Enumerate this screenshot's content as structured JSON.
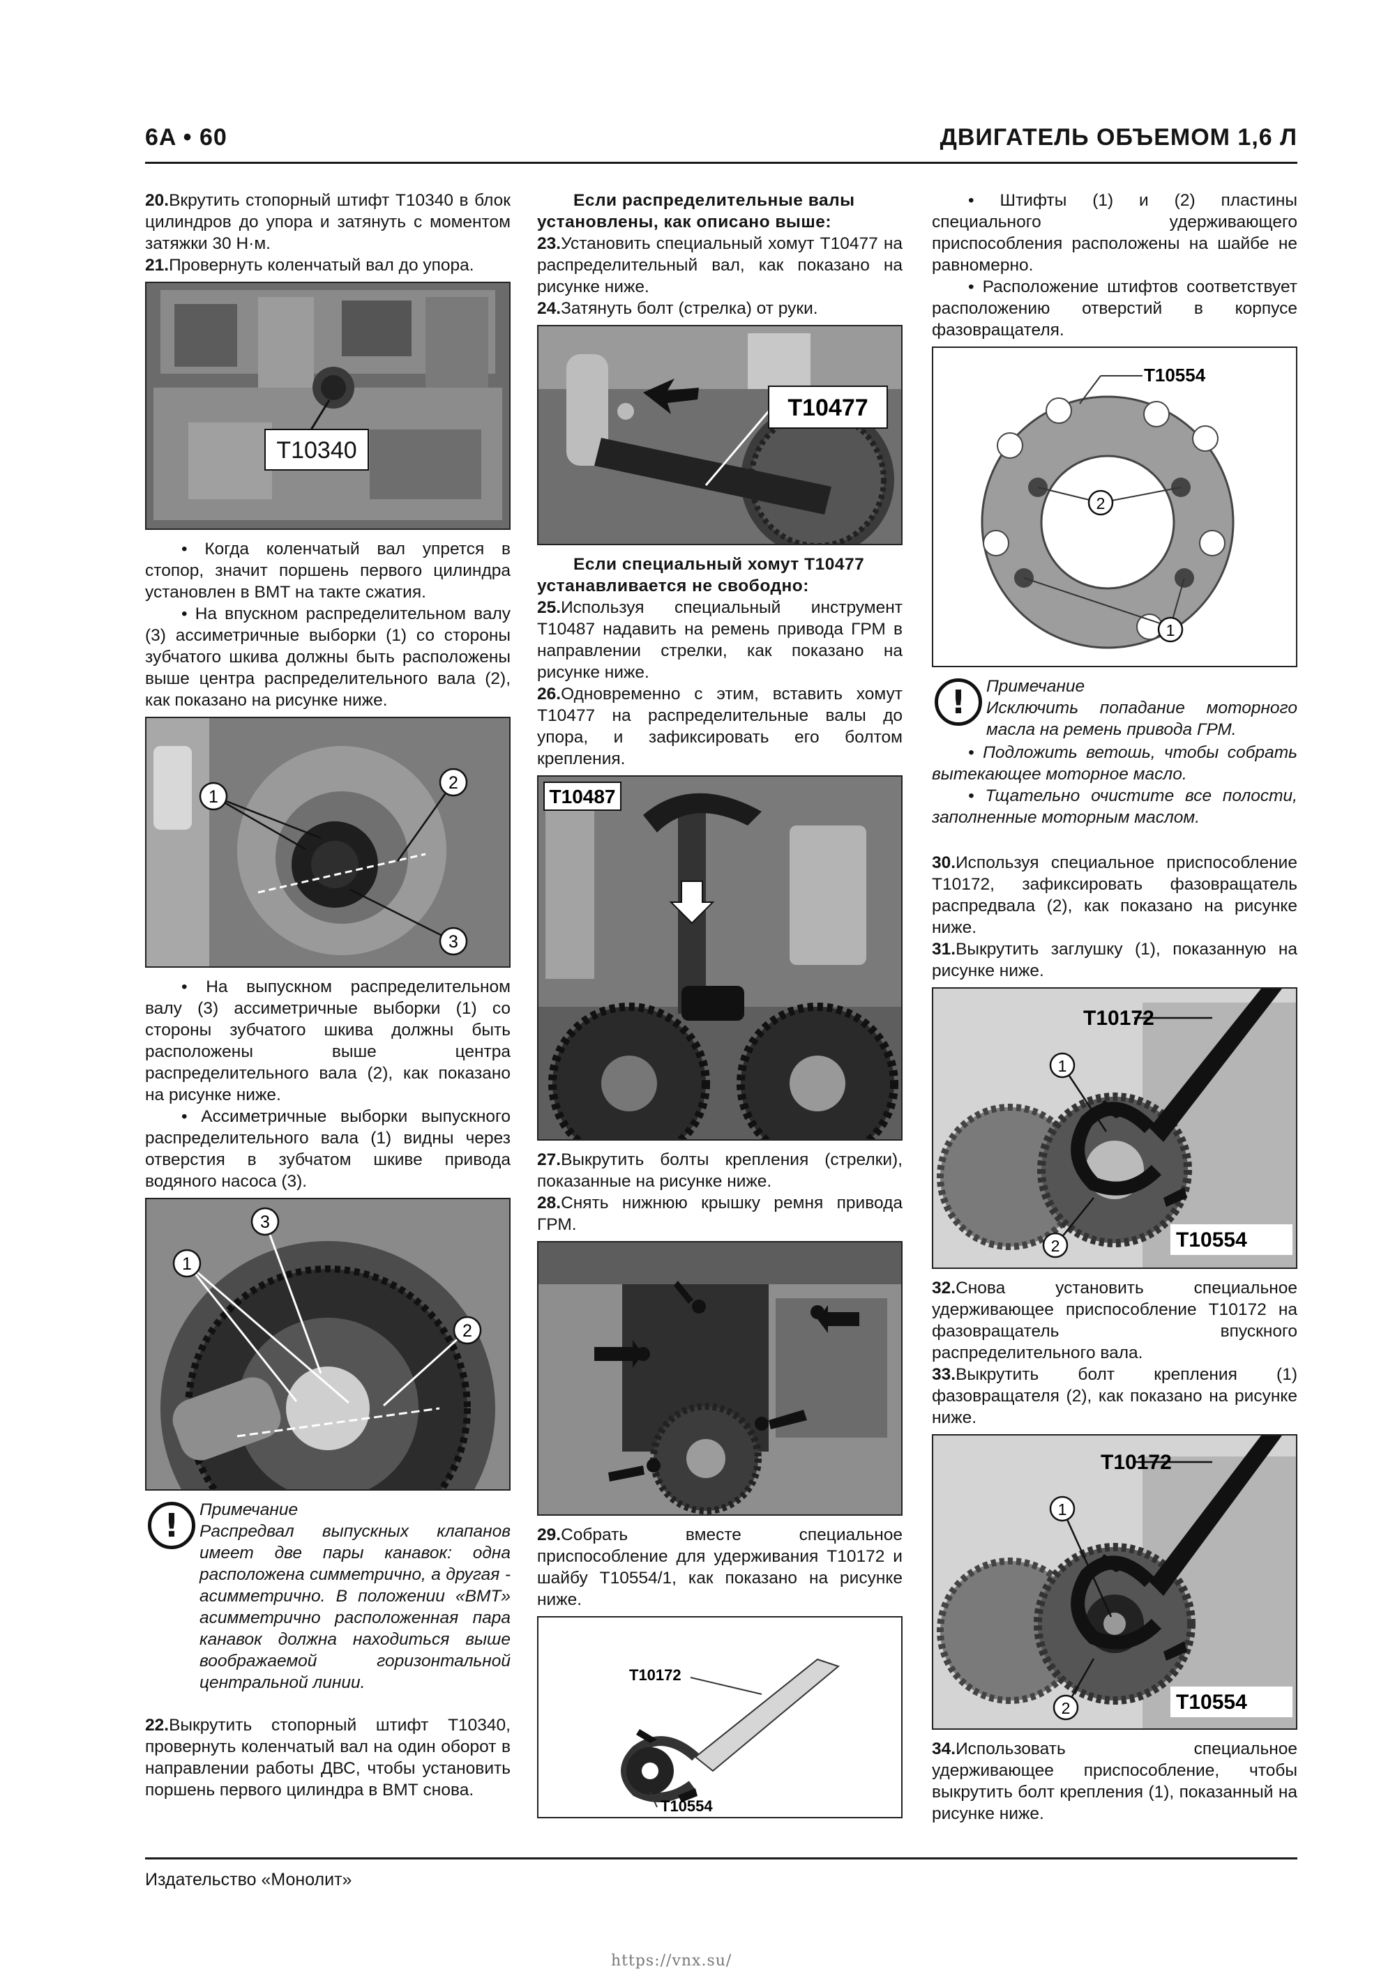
{
  "header": {
    "left": "6A • 60",
    "right": "ДВИГАТЕЛЬ ОБЪЕМОМ 1,6 Л"
  },
  "footer": {
    "publisher": "Издательство «Монолит»",
    "url": "https://vnx.su/"
  },
  "col1": {
    "s20_num": "20.",
    "s20": "Вкрутить стопорный штифт T10340 в блок цилиндров до упора и затянуть с моментом затяжки 30 Н·м.",
    "s21_num": "21.",
    "s21": "Провернуть коленчатый вал до упора.",
    "fig1_label": "T10340",
    "b1": "• Когда коленчатый вал упрется в стопор, значит поршень первого цилиндра установлен в ВМТ на такте сжатия.",
    "b2": "• На впускном распределительном валу (3) ассиметричные выборки (1) со стороны зубчатого шкива должны быть расположены выше центра распределительного вала (2), как показано на рисунке ниже.",
    "fig2_c1": "1",
    "fig2_c2": "2",
    "fig2_c3": "3",
    "b3": "• На выпускном распределительном валу (3) ассиметричные выборки (1) со стороны зубчатого шкива должны быть расположены выше центра распределительного вала (2), как показано на рисунке ниже.",
    "b4": "• Ассиметричные выборки выпускного распределительного вала (1) видны через отверстия в зубчатом шкиве привода водяного насоса (3).",
    "fig3_c1": "1",
    "fig3_c2": "2",
    "fig3_c3": "3",
    "note_title": "Примечание",
    "note_text": "Распредвал выпускных клапанов имеет две пары канавок: одна расположена симметрично, а другая - асимметрично. В положении «ВМТ» асимметрично расположенная пара канавок должна находиться выше воображаемой горизонтальной центральной линии.",
    "s22_num": "22.",
    "s22": "Выкрутить стопорный штифт T10340, провернуть коленчатый вал на один оборот в направлении работы ДВС, чтобы установить поршень первого цилиндра в ВМТ снова."
  },
  "col2": {
    "h1": "Если распределительные валы установлены, как описано выше:",
    "s23_num": "23.",
    "s23": "Установить специальный хомут T10477 на распределительный вал, как показано на рисунке ниже.",
    "s24_num": "24.",
    "s24": "Затянуть болт (стрелка) от руки.",
    "fig4_label": "T10477",
    "h2": "Если специальный хомут T10477 устанавливается не свободно:",
    "s25_num": "25.",
    "s25": "Используя специальный инструмент T10487 надавить на ремень привода ГРМ в направлении стрелки, как показано на рисунке ниже.",
    "s26_num": "26.",
    "s26": "Одновременно с этим, вставить хомут T10477 на распределительные валы до упора, и зафиксировать его болтом крепления.",
    "fig5_label": "T10487",
    "s27_num": "27.",
    "s27": "Выкрутить болты крепления (стрелки), показанные на рисунке ниже.",
    "s28_num": "28.",
    "s28": "Снять нижнюю крышку ремня привода ГРМ.",
    "s29_num": "29.",
    "s29": "Собрать вместе специальное приспособление для удерживания T10172 и шайбу T10554/1, как показано на рисунке ниже.",
    "fig7_l1": "T10172",
    "fig7_l2": "T10554"
  },
  "col3": {
    "b1": "• Штифты (1) и (2) пластины специального удерживающего приспособления расположены на шайбе не равномерно.",
    "b2": "• Расположение штифтов соответствует расположению отверстий в корпусе фазовращателя.",
    "fig8_label": "T10554",
    "fig8_c1": "1",
    "fig8_c2": "2",
    "note_title": "Примечание",
    "note_text": "Исключить попадание моторного масла на ремень привода ГРМ.",
    "note_b1": "• Подложить ветошь, чтобы собрать вытекающее моторное масло.",
    "note_b2": "• Тщательно очистите все полости, заполненные моторным маслом.",
    "s30_num": "30.",
    "s30": "Используя специальное приспособление T10172, зафиксировать фазовращатель распредвала (2), как показано на рисунке ниже.",
    "s31_num": "31.",
    "s31": "Выкрутить заглушку (1), показанную на рисунке ниже.",
    "fig9_l1": "T10172",
    "fig9_l2": "T10554",
    "fig9_c1": "1",
    "fig9_c2": "2",
    "s32_num": "32.",
    "s32": "Снова установить специальное удерживающее приспособление T10172 на фазовращатель впускного распределительного вала.",
    "s33_num": "33.",
    "s33": "Выкрутить болт крепления (1) фазовращателя (2), как показано на рисунке ниже.",
    "fig10_l1": "T10172",
    "fig10_l2": "T10554",
    "fig10_c1": "1",
    "fig10_c2": "2",
    "s34_num": "34.",
    "s34": "Использовать специальное удерживающее приспособление, чтобы выкрутить болт крепления (1), показанный на рисунке ниже."
  }
}
